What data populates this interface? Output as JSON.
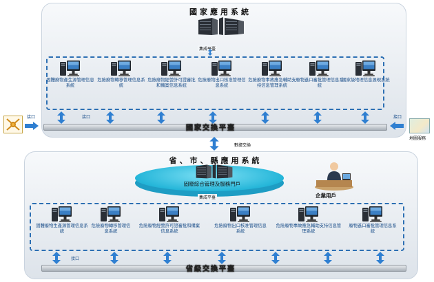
{
  "national": {
    "title": "國家應用系統",
    "group_label": "集成平臺",
    "modules": [
      "固體廢物產生源管理信息系統",
      "危險廢物轉移管理信息系統",
      "危險廢物經營許可證審批和備案信息系統",
      "危險廢物出口核准管理信息系統",
      "危險廢物事故應急輔助支持信息管理系統",
      "廢物進口審批管理信息系統",
      "國家級地理信息展現系統"
    ],
    "interface_label": "接口",
    "bus_label": "國家交換平臺"
  },
  "left_side": {
    "interface_label": "接口"
  },
  "right_side": {
    "interface_label": "接口",
    "caption": "地圖服務"
  },
  "exchange_label": "數據交換",
  "provincial": {
    "title": "省、市、縣應用系統",
    "portal_label": "固廢綜合管理及服務門戶",
    "group_label": "集成平臺",
    "enterprise_label": "企業用戶",
    "modules": [
      "固體廢物生產源管理信息系統",
      "危險廢物轉移管理信息系統",
      "危險廢物經營許可證審批和備案信息系統",
      "危險廢物出口核准管理信息系統",
      "危險廢物事故應急輔助支持信息管理系統",
      "廢物進口審批管理信息系統"
    ],
    "interface_label": "接口",
    "bus_label": "省級交換平臺"
  },
  "colors": {
    "accent": "#2c6fb3",
    "arrow": "#2f7fd1",
    "disc": "#25b6d9",
    "label_blue": "#1b4f8a"
  },
  "icons": [
    "server-rack-icon",
    "desktop-computer-icon",
    "satellite-icon",
    "map-icon",
    "user-at-desk-icon",
    "double-arrow-icon"
  ]
}
